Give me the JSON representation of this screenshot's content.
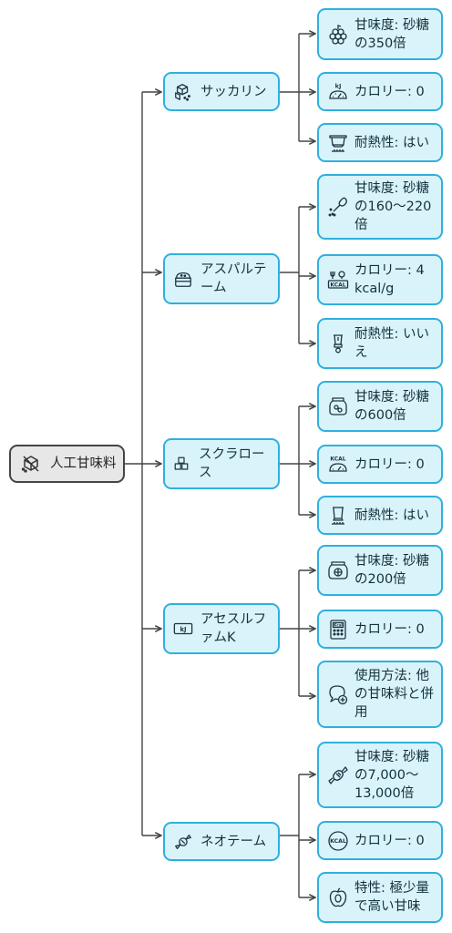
{
  "root": {
    "label": "人工甘味料",
    "icon": "no-sugar-icon"
  },
  "sweeteners": [
    {
      "label": "サッカリン",
      "icon": "sugar-cubes-icon",
      "properties": [
        {
          "label": "甘味度: 砂糖の350倍",
          "icon": "grapes-icon"
        },
        {
          "label": "カロリー: 0",
          "icon": "kj-scale-icon"
        },
        {
          "label": "耐熱性: はい",
          "icon": "heat-pot-icon"
        }
      ]
    },
    {
      "label": "アスパルテーム",
      "icon": "sugar-bowl-icon",
      "properties": [
        {
          "label": "甘味度: 砂糖の160〜220倍",
          "icon": "spoon-sprinkle-icon"
        },
        {
          "label": "カロリー: 4 kcal/g",
          "icon": "kcal-label-icon"
        },
        {
          "label": "耐熱性: いいえ",
          "icon": "blender-icon"
        }
      ]
    },
    {
      "label": "スクラロース",
      "icon": "cubes-icon",
      "properties": [
        {
          "label": "甘味度: 砂糖の600倍",
          "icon": "jar-icon"
        },
        {
          "label": "カロリー: 0",
          "icon": "kcal-scale-icon"
        },
        {
          "label": "耐熱性: はい",
          "icon": "heated-glass-icon"
        }
      ]
    },
    {
      "label": "アセスルファムK",
      "icon": "kj-badge-icon",
      "properties": [
        {
          "label": "甘味度: 砂糖の200倍",
          "icon": "candy-jar-icon"
        },
        {
          "label": "カロリー: 0",
          "icon": "kcal-calculator-icon"
        },
        {
          "label": "使用方法: 他の甘味料と併用",
          "icon": "speech-add-icon"
        }
      ]
    },
    {
      "label": "ネオテーム",
      "icon": "candy-icon",
      "properties": [
        {
          "label": "甘味度: 砂糖の7,000〜13,000倍",
          "icon": "wrapped-candy-icon"
        },
        {
          "label": "カロリー: 0",
          "icon": "kcal-circle-icon"
        },
        {
          "label": "特性: 極少量で高い甘味",
          "icon": "apple-icon"
        }
      ]
    }
  ]
}
